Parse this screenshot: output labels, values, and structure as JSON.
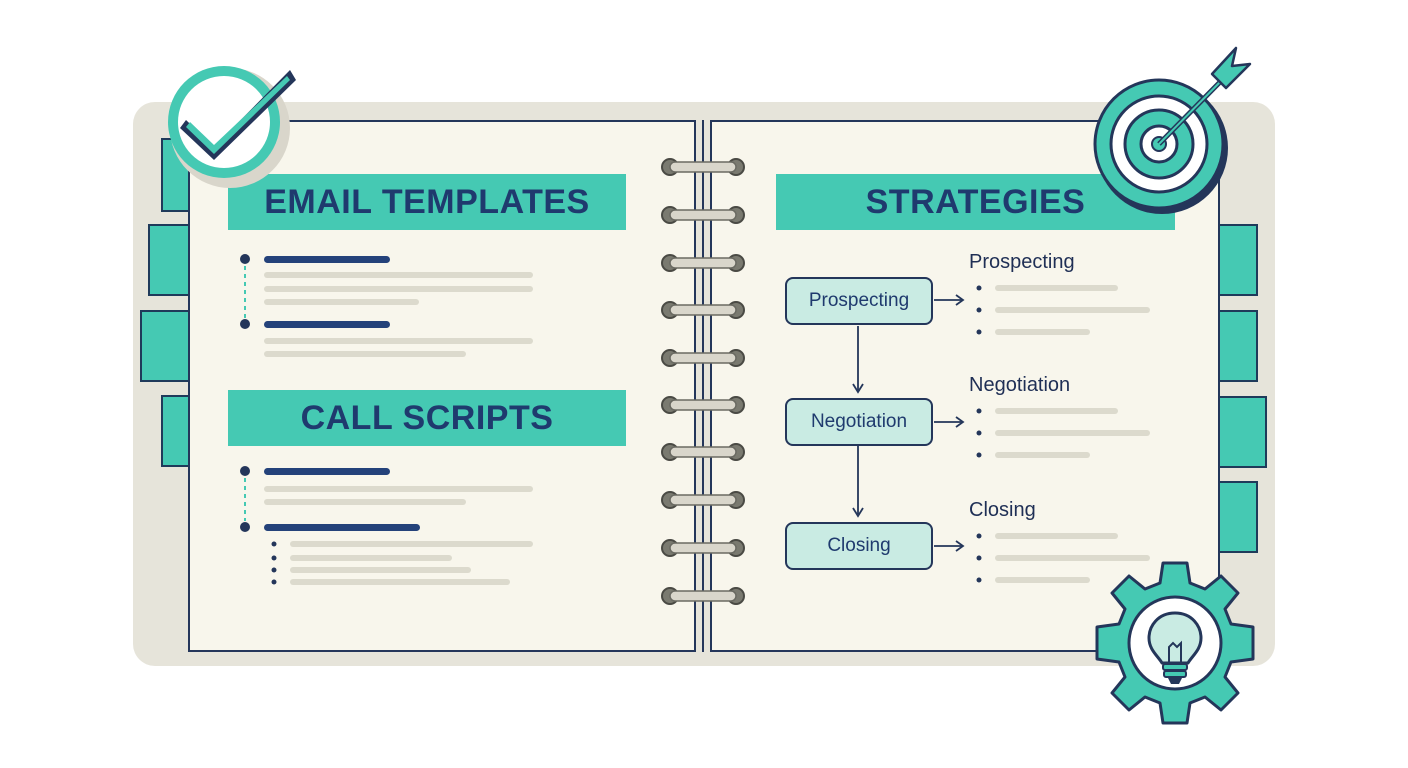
{
  "left_page": {
    "sections": [
      {
        "title": "EMAIL TEMPLATES"
      },
      {
        "title": "CALL SCRIPTS"
      }
    ]
  },
  "right_page": {
    "title": "STRATEGIES",
    "flow": [
      {
        "node_label": "Prospecting",
        "side_label": "Prospecting"
      },
      {
        "node_label": "Negotiation",
        "side_label": "Negotiation"
      },
      {
        "node_label": "Closing",
        "side_label": "Closing"
      }
    ]
  },
  "icons": [
    "checkmark-icon",
    "target-icon",
    "arrow-icon",
    "gear-icon",
    "lightbulb-icon",
    "spiral-binding-icon"
  ],
  "colors": {
    "accent_teal": "#45c9b3",
    "node_fill": "#c9ebe3",
    "navy": "#24365a",
    "paper": "#f8f6ec",
    "placeholder_line": "#dcdacd",
    "backing": "#e6e4da"
  }
}
